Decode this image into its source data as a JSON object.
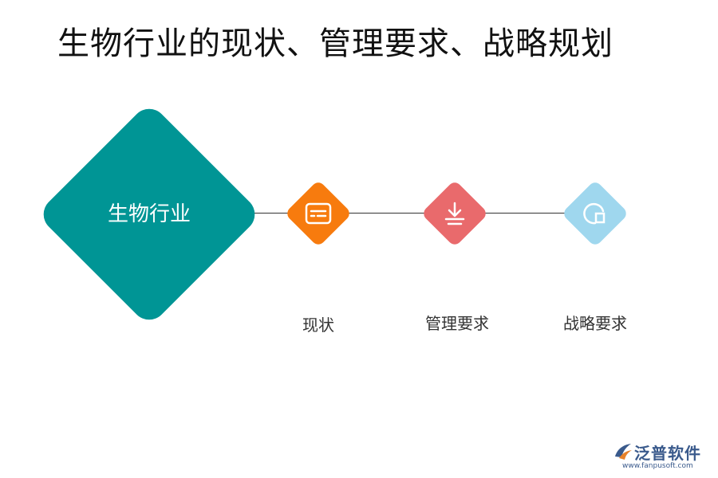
{
  "title": "生物行业的现状、管理要求、战略规划",
  "diagram": {
    "main_node": {
      "label": "生物行业",
      "color": "#009595"
    },
    "nodes": [
      {
        "label": "现状",
        "icon": "document-lines-icon",
        "color": "#f77b0e"
      },
      {
        "label": "管理要求",
        "icon": "download-tray-icon",
        "color": "#e96a6c"
      },
      {
        "label": "战略要求",
        "icon": "chart-square-icon",
        "color": "#9fd7ee"
      }
    ]
  },
  "brand": {
    "name": "泛普软件",
    "url": "www.fanpusoft.com",
    "logo_icon": "fanpu-logo-icon"
  }
}
